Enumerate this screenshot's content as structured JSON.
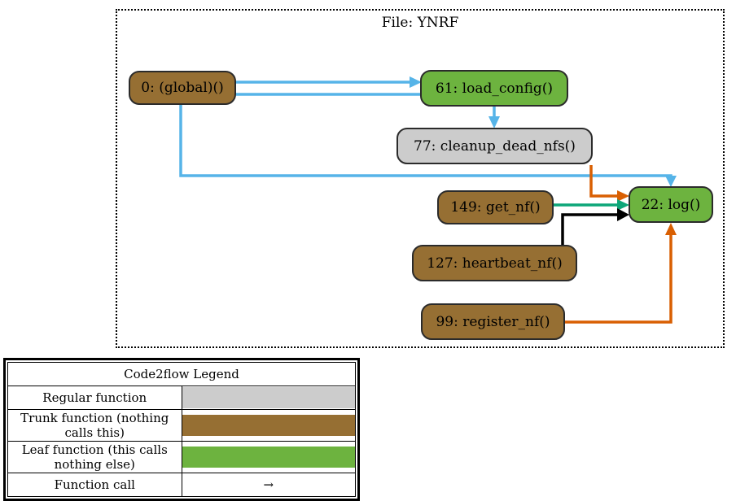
{
  "diagram": {
    "cluster_title": "File: YNRF",
    "nodes": [
      {
        "id": "global",
        "label": "0: (global)()",
        "kind": "trunk"
      },
      {
        "id": "loadconfig",
        "label": "61: load_config()",
        "kind": "leaf"
      },
      {
        "id": "cleanup",
        "label": "77: cleanup_dead_nfs()",
        "kind": "regular"
      },
      {
        "id": "getnf",
        "label": "149: get_nf()",
        "kind": "trunk"
      },
      {
        "id": "log",
        "label": "22: log()",
        "kind": "leaf"
      },
      {
        "id": "heartbeat",
        "label": "127: heartbeat_nf()",
        "kind": "trunk"
      },
      {
        "id": "register",
        "label": "99: register_nf()",
        "kind": "trunk"
      }
    ],
    "edges": [
      {
        "from": "global",
        "to": "loadconfig",
        "color": "#56B4E8"
      },
      {
        "from": "global",
        "to": "cleanup",
        "color": "#56B4E8"
      },
      {
        "from": "global",
        "to": "log",
        "color": "#56B4E8"
      },
      {
        "from": "cleanup",
        "to": "log",
        "color": "#D95F02"
      },
      {
        "from": "getnf",
        "to": "log",
        "color": "#0CA678"
      },
      {
        "from": "heartbeat",
        "to": "log",
        "color": "#000000"
      },
      {
        "from": "register",
        "to": "log",
        "color": "#D95F02"
      }
    ]
  },
  "legend": {
    "title": "Code2flow Legend",
    "rows": [
      {
        "label": "Regular function",
        "swatch": "#cccccc"
      },
      {
        "label": "Trunk function (nothing calls this)",
        "swatch": "#966F33"
      },
      {
        "label": "Leaf function (this calls nothing else)",
        "swatch": "#6DB33F"
      },
      {
        "label": "Function call",
        "swatch": "→"
      }
    ]
  },
  "colors": {
    "regular": "#cccccc",
    "trunk": "#966F33",
    "leaf": "#6DB33F",
    "edge_blue": "#56B4E8",
    "edge_orange": "#D95F02",
    "edge_teal": "#0CA678",
    "edge_black": "#000000"
  }
}
